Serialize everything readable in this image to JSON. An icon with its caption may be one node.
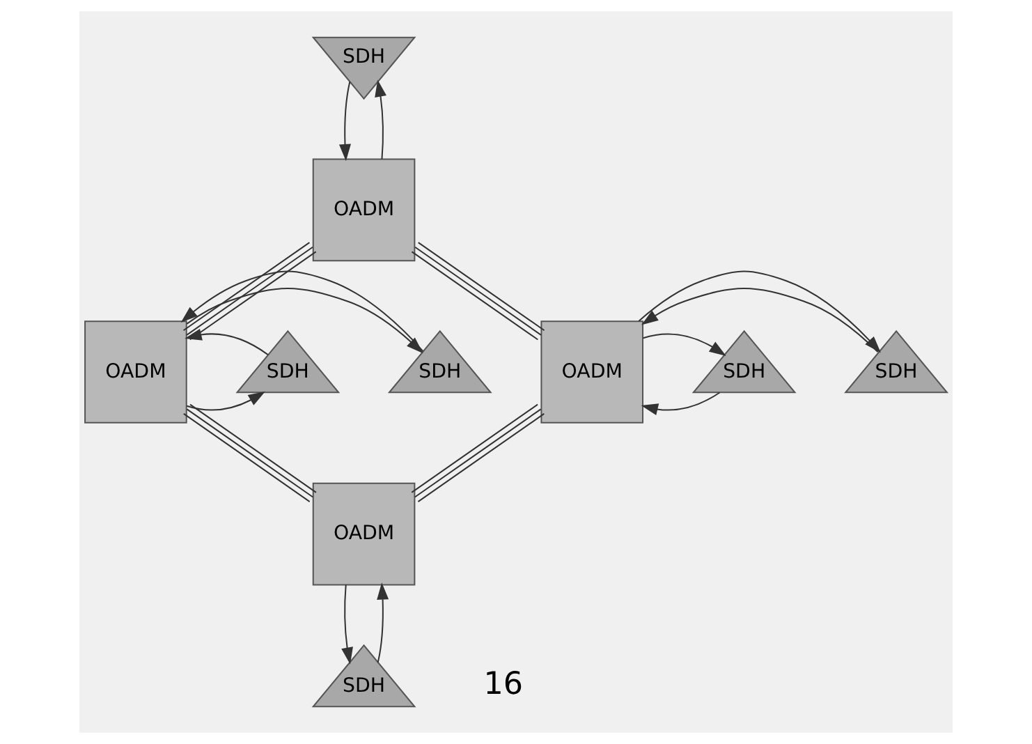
{
  "diagram": {
    "nodes": [
      {
        "text": [
          "SDH"
        ]
      },
      {
        "text": [
          "OADM"
        ]
      },
      {
        "text": [
          "SDH"
        ]
      },
      {
        "text": [
          "OADM"
        ]
      },
      {
        "text": [
          "SDH"
        ]
      },
      {
        "text": [
          "OADM"
        ]
      },
      {
        "text": [
          "SDH"
        ]
      },
      {
        "text": [
          "SDH"
        ]
      },
      {
        "text": [
          "OADM"
        ]
      },
      {
        "text": [
          "SDH"
        ]
      }
    ],
    "edges": [
      {
        "from": 1,
        "to": 5,
        "arrow": "none"
      },
      {
        "from": 5,
        "to": 8,
        "arrow": "none"
      },
      {
        "from": 8,
        "to": 3,
        "arrow": "none"
      },
      {
        "from": 3,
        "to": 1,
        "arrow": "none"
      },
      {
        "from": 1,
        "to": 0,
        "arrow": "to"
      },
      {
        "from": 0,
        "to": 1,
        "arrow": "to"
      },
      {
        "from": 2,
        "to": 3,
        "arrow": "to"
      },
      {
        "from": 3,
        "to": 2,
        "arrow": "to"
      },
      {
        "from": 4,
        "to": 3,
        "arrow": "to"
      },
      {
        "from": 3,
        "to": 4,
        "arrow": "to"
      },
      {
        "from": 5,
        "to": 6,
        "arrow": "to"
      },
      {
        "from": 6,
        "to": 5,
        "arrow": "to"
      },
      {
        "from": 5,
        "to": 7,
        "arrow": "to"
      },
      {
        "from": 7,
        "to": 5,
        "arrow": "to"
      },
      {
        "from": 9,
        "to": 8,
        "arrow": "to"
      },
      {
        "from": 8,
        "to": 9,
        "arrow": "to"
      }
    ],
    "labels": [
      "16"
    ]
  }
}
